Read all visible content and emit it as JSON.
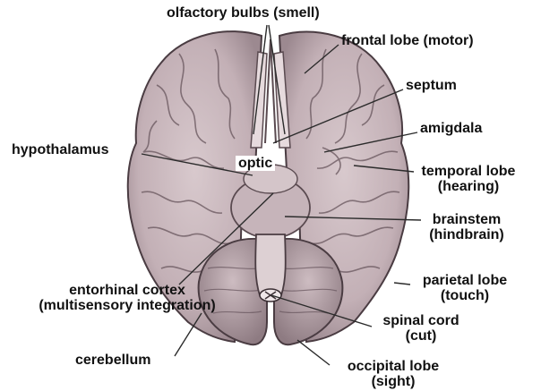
{
  "diagram": {
    "labels": {
      "olfactory": "olfactory bulbs (smell)",
      "frontal": "frontal lobe (motor)",
      "septum": "septum",
      "amigdala": "amigdala",
      "hypothalamus": "hypothalamus",
      "optic": "optic",
      "temporal_1": "temporal lobe",
      "temporal_2": "(hearing)",
      "brainstem_1": "brainstem",
      "brainstem_2": "(hindbrain)",
      "parietal_1": "parietal lobe",
      "parietal_2": "(touch)",
      "entorhinal_1": "entorhinal cortex",
      "entorhinal_2": "(multisensory integration)",
      "spinal_1": "spinal cord",
      "spinal_2": "(cut)",
      "cerebellum": "cerebellum",
      "occipital_1": "occipital lobe",
      "occipital_2": "(sight)"
    }
  },
  "colors": {
    "brain_fill": "#c9b8bd",
    "brain_shade": "#8f7d84",
    "outline": "#4a3c42",
    "leader": "#2b2b2b",
    "text": "#111111"
  }
}
